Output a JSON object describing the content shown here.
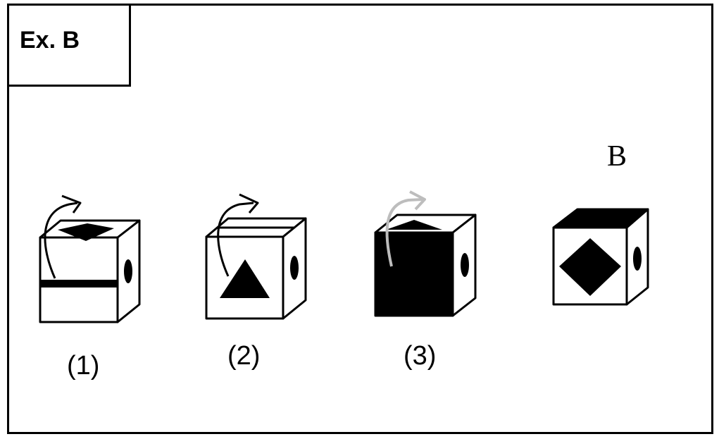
{
  "example_label": "Ex. B",
  "answer_letter": "B",
  "figures": [
    {
      "caption": "(1)",
      "front_face": "white with black horizontal band",
      "top_face": "black diamond",
      "side_face": "black oval",
      "arrow": "black rotation arrow"
    },
    {
      "caption": "(2)",
      "front_face": "black triangle",
      "top_face": "horizontal line",
      "side_face": "black oval",
      "arrow": "black rotation arrow"
    },
    {
      "caption": "(3)",
      "front_face": "solid black",
      "top_face": "black triangle",
      "side_face": "black oval",
      "arrow": "grey rotation arrow"
    },
    {
      "caption": "",
      "front_face": "black diamond",
      "top_face": "solid black",
      "side_face": "black oval",
      "arrow": ""
    }
  ],
  "colors": {
    "ink": "#000000",
    "paper": "#ffffff",
    "arrow_grey": "#bdbdbd"
  }
}
